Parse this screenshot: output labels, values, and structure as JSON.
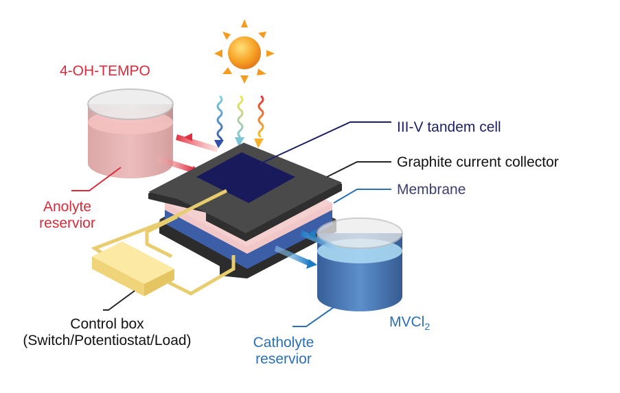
{
  "labels": {
    "anolyte_species": "4-OH-TEMPO",
    "anolyte_reservoir": [
      "Anolyte",
      "reservior"
    ],
    "tandem_cell": "III-V tandem cell",
    "current_collector": "Graphite current collector",
    "membrane": "Membrane",
    "control_box": [
      "Control box",
      "(Switch/Potentiostat/Load)"
    ],
    "catholyte_species": {
      "base": "MVCl",
      "sub": "2"
    },
    "catholyte_reservoir": [
      "Catholyte",
      "reservior"
    ]
  },
  "icons": [
    "sun-icon",
    "light-wave-icon"
  ],
  "colors": {
    "anolyte": "#d92b3a",
    "catholyte": "#2a6fb5",
    "cell": "#1a1a5e",
    "graphite": "#3a3a3a",
    "membrane": "#f2c7c7",
    "control_box": "#f6dc8a",
    "sun": "#f39c1f",
    "wire": "#e8cd6e"
  }
}
